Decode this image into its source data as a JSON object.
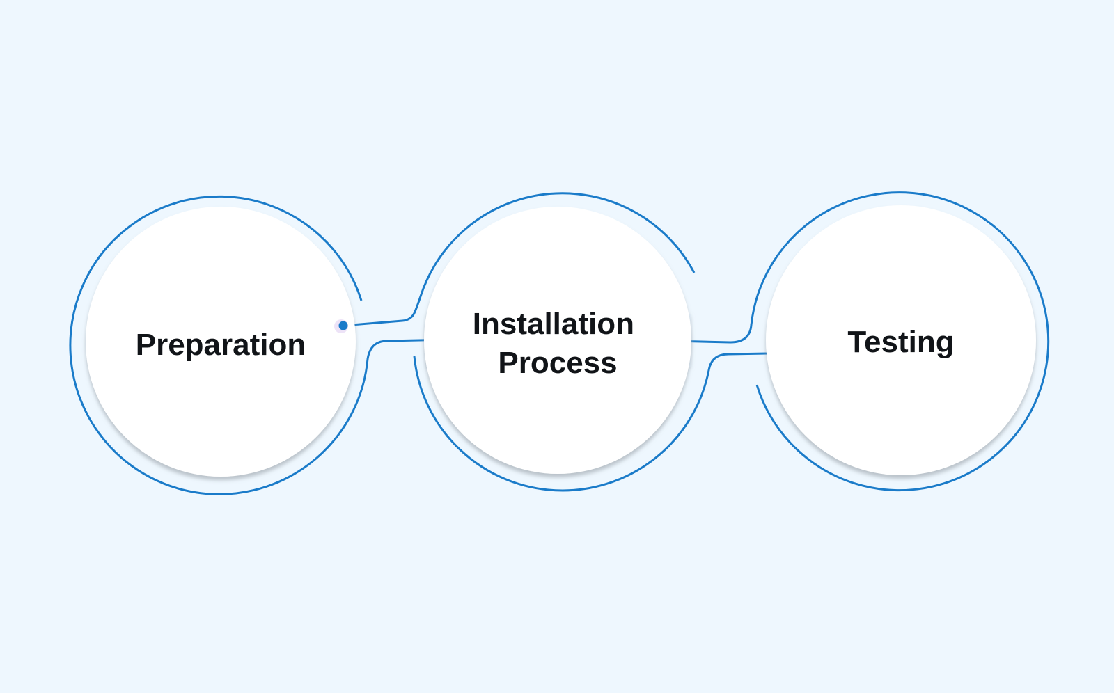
{
  "diagram": {
    "nodes": [
      {
        "id": "preparation",
        "lines": [
          "Preparation"
        ]
      },
      {
        "id": "installation",
        "lines": [
          "Installation",
          "Process"
        ]
      },
      {
        "id": "testing",
        "lines": [
          "Testing"
        ]
      }
    ],
    "colors": {
      "background": "#eef7fe",
      "outline": "#1a7bc9",
      "node_fill": "#ffffff",
      "text": "#111418",
      "start_dot": "#1a7bc9"
    }
  }
}
